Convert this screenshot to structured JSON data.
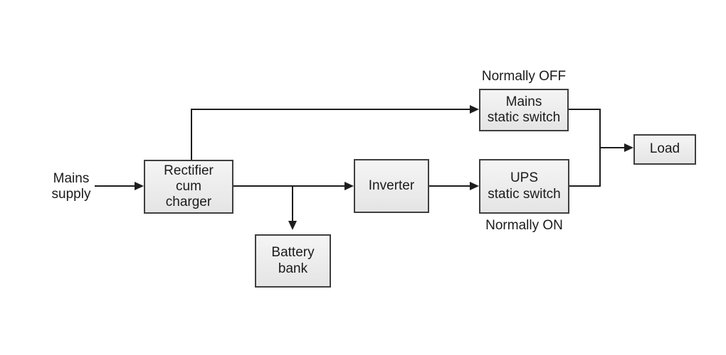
{
  "diagram": {
    "type": "block-diagram",
    "subject": "UPS system block diagram",
    "nodes": {
      "mains_supply": "Mains\nsupply",
      "rectifier": "Rectifier\ncum\ncharger",
      "battery": "Battery\nbank",
      "inverter": "Inverter",
      "mains_switch": "Mains\nstatic switch",
      "ups_switch": "UPS\nstatic switch",
      "load": "Load"
    },
    "annotations": {
      "normally_off": "Normally OFF",
      "normally_on": "Normally ON"
    },
    "edges": [
      {
        "from": "Mains supply",
        "to": "Rectifier cum charger"
      },
      {
        "from": "Rectifier cum charger",
        "to": "Mains static switch"
      },
      {
        "from": "Rectifier cum charger",
        "to": "Inverter"
      },
      {
        "from": "Rectifier cum charger",
        "to": "Battery bank"
      },
      {
        "from": "Inverter",
        "to": "UPS static switch"
      },
      {
        "from": "Mains static switch",
        "to": "Load"
      },
      {
        "from": "UPS static switch",
        "to": "Load"
      }
    ],
    "colors": {
      "box_fill": "#ececec",
      "box_border": "#3f3f3f",
      "line": "#1d1d1d",
      "text": "#1b1b1b",
      "background": "#ffffff"
    }
  }
}
